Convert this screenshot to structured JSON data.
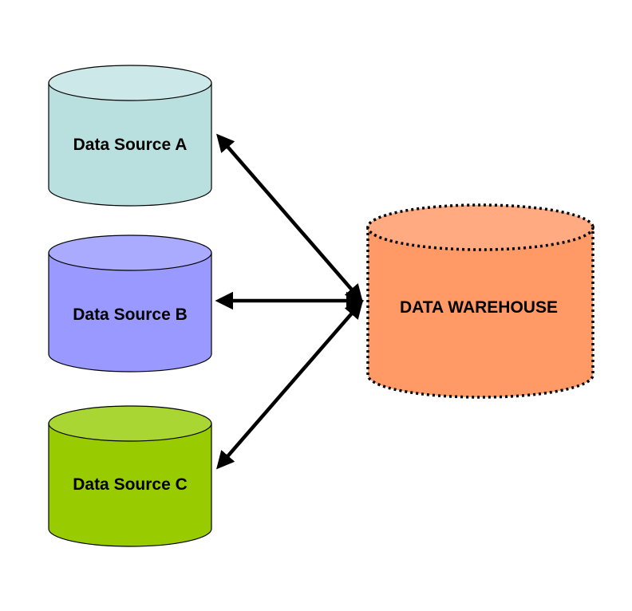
{
  "diagram": {
    "sources": [
      {
        "label": "Data Source A",
        "color_body": "#BADFDF",
        "color_top": "#CDE8E8"
      },
      {
        "label": "Data Source B",
        "color_body": "#9999FF",
        "color_top": "#AAAAFF"
      },
      {
        "label": "Data Source C",
        "color_body": "#99CC00",
        "color_top": "#AAD633"
      }
    ],
    "warehouse": {
      "label": "DATA WAREHOUSE",
      "color_body": "#FF9966",
      "color_top": "#FFAA80"
    },
    "connections": [
      {
        "from": "DATA WAREHOUSE",
        "to": "Data Source A",
        "direction": "bidirectional"
      },
      {
        "from": "DATA WAREHOUSE",
        "to": "Data Source B",
        "direction": "bidirectional"
      },
      {
        "from": "DATA WAREHOUSE",
        "to": "Data Source C",
        "direction": "bidirectional"
      }
    ]
  }
}
